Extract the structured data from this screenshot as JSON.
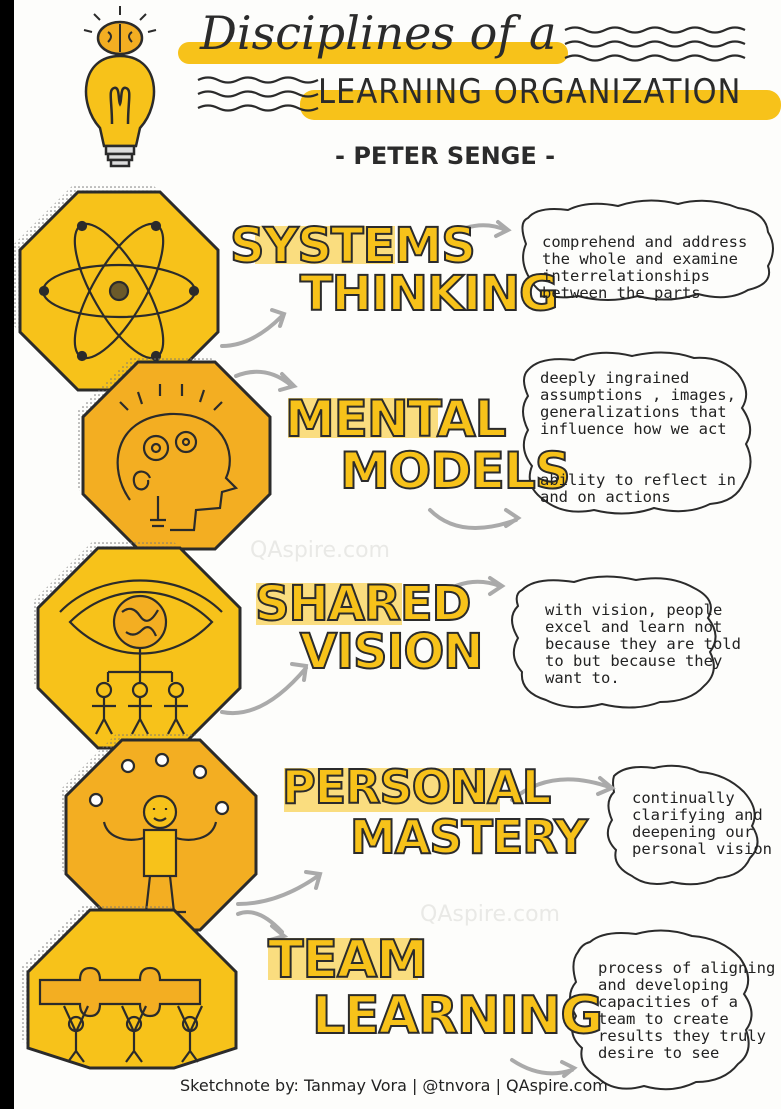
{
  "title": {
    "line1": "Disciplines of a",
    "line2": "LEARNING ORGANIZATION",
    "author": "- PETER SENGE -"
  },
  "disciplines": [
    {
      "line1": "SYSTEMS",
      "line2": "THINKING",
      "icon": "atom-icon",
      "description": "comprehend and address the whole and examine interrelationships between the parts"
    },
    {
      "line1": "MENTAL",
      "line2": "MODELS",
      "icon": "brain-lightbulb-icon",
      "description": "deeply ingrained assumptions , images, generalizations that influence how we act",
      "description2": "ability to reflect in and on actions"
    },
    {
      "line1": "SHARED",
      "line2": "VISION",
      "icon": "eye-globe-people-icon",
      "description": "with vision, people excel and learn not because they are told to but because they want to."
    },
    {
      "line1": "PERSONAL",
      "line2": "MASTERY",
      "icon": "juggler-icon",
      "description": "continually clarifying and deepening our personal vision"
    },
    {
      "line1": "TEAM",
      "line2": "LEARNING",
      "icon": "team-puzzle-icon",
      "description": "process of aligning and developing capacities of a team to create results they truly desire to see"
    }
  ],
  "credit": "Sketchnote by: Tanmay Vora  |  @tnvora  |  QAspire.com",
  "watermark": "QAspire.com",
  "colors": {
    "yellow": "#f7c21a",
    "gold": "#f3ae22",
    "ink": "#2b2b2b",
    "paper": "#fdfdfb"
  }
}
